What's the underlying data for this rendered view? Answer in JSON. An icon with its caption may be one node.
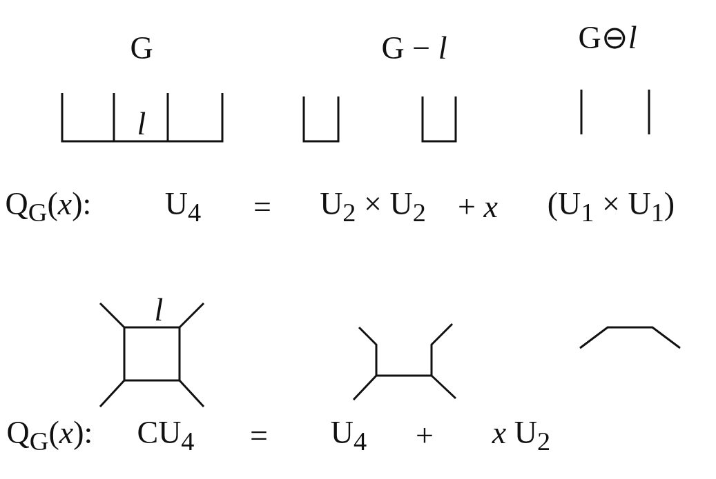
{
  "diagram": {
    "labels": [
      "G",
      "G − *l*",
      "G⊖*l*",
      "l",
      "Q$_{G}$(*x*):",
      "U$_{4}$",
      "=",
      "U$_{2}$ × U$_{2}$",
      "+ *x*",
      "(U$_{1}$ × U$_{1}$)",
      "l",
      "Q$_{G}$(*x*):",
      "CU$_{4}$",
      "=",
      "U$_{4}$",
      "+",
      "*x* U$_{2}$"
    ]
  }
}
